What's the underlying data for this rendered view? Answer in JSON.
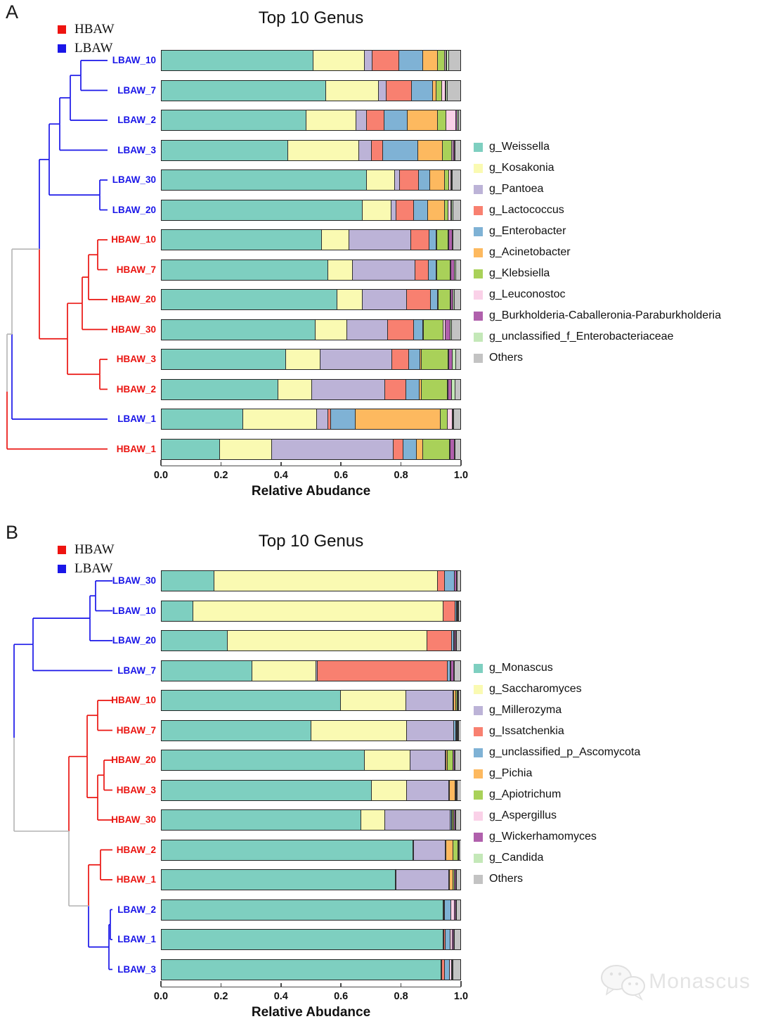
{
  "watermark": {
    "text": "Monascus"
  },
  "chart_data": [
    {
      "type": "stacked-bar-horizontal",
      "panel": "A",
      "title": "Top 10 Genus",
      "xlabel": "Relative Abudance",
      "xlim": [
        0,
        1
      ],
      "xticks": [
        "0.0",
        "0.2",
        "0.4",
        "0.6",
        "0.8",
        "1.0"
      ],
      "legend_position": "right",
      "group_legend": [
        {
          "label": "HBAW",
          "color": "#ee1410"
        },
        {
          "label": "LBAW",
          "color": "#1a16e8"
        }
      ],
      "genera": [
        {
          "label": "g_Weissella",
          "color": "#7ecfc0"
        },
        {
          "label": "g_Kosakonia",
          "color": "#fafab2"
        },
        {
          "label": "g_Pantoea",
          "color": "#bcb3d7"
        },
        {
          "label": "g_Lactococcus",
          "color": "#f88070"
        },
        {
          "label": "g_Enterobacter",
          "color": "#7fb2d5"
        },
        {
          "label": "g_Acinetobacter",
          "color": "#fdb95f"
        },
        {
          "label": "g_Klebsiella",
          "color": "#a9d159"
        },
        {
          "label": "g_Leuconostoc",
          "color": "#fad1e8"
        },
        {
          "label": "g_Burkholderia-Caballeronia-Paraburkholderia",
          "color": "#b060ac"
        },
        {
          "label": "g_unclassified_f_Enterobacteriaceae",
          "color": "#c4e8b8"
        },
        {
          "label": "Others",
          "color": "#c3c3c3"
        }
      ],
      "samples": [
        {
          "name": "LBAW_10",
          "group": "LBAW",
          "values": [
            0.505,
            0.172,
            0.027,
            0.09,
            0.078,
            0.051,
            0.023,
            0.004,
            0.004,
            0.005,
            0.041
          ]
        },
        {
          "name": "LBAW_7",
          "group": "LBAW",
          "values": [
            0.549,
            0.176,
            0.026,
            0.084,
            0.07,
            0.013,
            0.018,
            0.012,
            0.003,
            0.004,
            0.045
          ]
        },
        {
          "name": "LBAW_2",
          "group": "LBAW",
          "values": [
            0.482,
            0.168,
            0.035,
            0.059,
            0.078,
            0.1,
            0.029,
            0.033,
            0.004,
            0.004,
            0.008
          ]
        },
        {
          "name": "LBAW_3",
          "group": "LBAW",
          "values": [
            0.42,
            0.238,
            0.043,
            0.039,
            0.117,
            0.082,
            0.031,
            0.005,
            0.003,
            0.004,
            0.018
          ]
        },
        {
          "name": "LBAW_30",
          "group": "LBAW",
          "values": [
            0.684,
            0.095,
            0.016,
            0.063,
            0.039,
            0.048,
            0.014,
            0.008,
            0.002,
            0.003,
            0.028
          ]
        },
        {
          "name": "LBAW_20",
          "group": "LBAW",
          "values": [
            0.67,
            0.098,
            0.016,
            0.059,
            0.047,
            0.055,
            0.013,
            0.01,
            0.002,
            0.003,
            0.027
          ]
        },
        {
          "name": "HBAW_10",
          "group": "HBAW",
          "values": [
            0.533,
            0.094,
            0.205,
            0.063,
            0.022,
            0.002,
            0.039,
            0.002,
            0.01,
            0.003,
            0.027
          ]
        },
        {
          "name": "HBAW_7",
          "group": "HBAW",
          "values": [
            0.556,
            0.082,
            0.21,
            0.043,
            0.027,
            0.002,
            0.045,
            0.002,
            0.012,
            0.004,
            0.017
          ]
        },
        {
          "name": "HBAW_20",
          "group": "HBAW",
          "values": [
            0.586,
            0.084,
            0.148,
            0.082,
            0.022,
            0.002,
            0.04,
            0.003,
            0.008,
            0.004,
            0.021
          ]
        },
        {
          "name": "HBAW_30",
          "group": "HBAW",
          "values": [
            0.513,
            0.105,
            0.137,
            0.088,
            0.029,
            0.002,
            0.066,
            0.008,
            0.017,
            0.005,
            0.03
          ]
        },
        {
          "name": "HBAW_3",
          "group": "HBAW",
          "values": [
            0.414,
            0.115,
            0.24,
            0.057,
            0.037,
            0.006,
            0.088,
            0.002,
            0.013,
            0.012,
            0.016
          ]
        },
        {
          "name": "HBAW_2",
          "group": "HBAW",
          "values": [
            0.388,
            0.113,
            0.246,
            0.07,
            0.045,
            0.006,
            0.088,
            0.002,
            0.012,
            0.01,
            0.02
          ]
        },
        {
          "name": "LBAW_1",
          "group": "LBAW",
          "values": [
            0.271,
            0.246,
            0.039,
            0.009,
            0.082,
            0.285,
            0.023,
            0.016,
            0.002,
            0.003,
            0.024
          ]
        },
        {
          "name": "HBAW_1",
          "group": "HBAW",
          "values": [
            0.193,
            0.174,
            0.408,
            0.031,
            0.047,
            0.02,
            0.09,
            0.002,
            0.013,
            0.003,
            0.019
          ]
        }
      ]
    },
    {
      "type": "stacked-bar-horizontal",
      "panel": "B",
      "title": "Top 10 Genus",
      "xlabel": "Relative Abudance",
      "xlim": [
        0,
        1
      ],
      "xticks": [
        "0.0",
        "0.2",
        "0.4",
        "0.6",
        "0.8",
        "1.0"
      ],
      "legend_position": "right",
      "group_legend": [
        {
          "label": "HBAW",
          "color": "#ee1410"
        },
        {
          "label": "LBAW",
          "color": "#1a16e8"
        }
      ],
      "genera": [
        {
          "label": "g_Monascus",
          "color": "#7ecfc0"
        },
        {
          "label": "g_Saccharomyces",
          "color": "#fafab2"
        },
        {
          "label": "g_Millerozyma",
          "color": "#bcb3d7"
        },
        {
          "label": "g_Issatchenkia",
          "color": "#f88070"
        },
        {
          "label": "g_unclassified_p_Ascomycota",
          "color": "#7fb2d5"
        },
        {
          "label": "g_Pichia",
          "color": "#fdb95f"
        },
        {
          "label": "g_Apiotrichum",
          "color": "#a9d159"
        },
        {
          "label": "g_Aspergillus",
          "color": "#fad1e8"
        },
        {
          "label": "g_Wickerhamomyces",
          "color": "#b060ac"
        },
        {
          "label": "g_Candida",
          "color": "#c4e8b8"
        },
        {
          "label": "Others",
          "color": "#c3c3c3"
        }
      ],
      "samples": [
        {
          "name": "LBAW_30",
          "group": "LBAW",
          "values": [
            0.173,
            0.75,
            0,
            0.023,
            0.034,
            0,
            0,
            0,
            0.005,
            0.002,
            0.013
          ]
        },
        {
          "name": "LBAW_10",
          "group": "LBAW",
          "values": [
            0.103,
            0.839,
            0,
            0.039,
            0.004,
            0,
            0,
            0.002,
            0.004,
            0.002,
            0.007
          ]
        },
        {
          "name": "LBAW_20",
          "group": "LBAW",
          "values": [
            0.218,
            0.669,
            0,
            0.082,
            0.007,
            0,
            0,
            0.002,
            0.005,
            0.002,
            0.015
          ]
        },
        {
          "name": "LBAW_7",
          "group": "LBAW",
          "values": [
            0.302,
            0.213,
            0.004,
            0.437,
            0.008,
            0,
            0,
            0.002,
            0.01,
            0.002,
            0.022
          ]
        },
        {
          "name": "HBAW_10",
          "group": "HBAW",
          "values": [
            0.597,
            0.22,
            0.156,
            0,
            0.002,
            0.009,
            0.004,
            0,
            0.002,
            0.002,
            0.008
          ]
        },
        {
          "name": "HBAW_7",
          "group": "HBAW",
          "values": [
            0.499,
            0.321,
            0.156,
            0,
            0.008,
            0.002,
            0.002,
            0,
            0.002,
            0.002,
            0.008
          ]
        },
        {
          "name": "HBAW_20",
          "group": "HBAW",
          "values": [
            0.678,
            0.152,
            0.119,
            0,
            0.002,
            0.005,
            0.018,
            0,
            0.004,
            0.002,
            0.02
          ]
        },
        {
          "name": "HBAW_3",
          "group": "HBAW",
          "values": [
            0.7,
            0.119,
            0.142,
            0,
            0.002,
            0.017,
            0.002,
            0,
            0.002,
            0.002,
            0.014
          ]
        },
        {
          "name": "HBAW_30",
          "group": "HBAW",
          "values": [
            0.665,
            0.08,
            0.219,
            0,
            0.005,
            0.002,
            0.006,
            0,
            0.004,
            0.002,
            0.017
          ]
        },
        {
          "name": "HBAW_2",
          "group": "HBAW",
          "values": [
            0.84,
            0.002,
            0.105,
            0,
            0.002,
            0.025,
            0.015,
            0,
            0.002,
            0.002,
            0.007
          ]
        },
        {
          "name": "HBAW_1",
          "group": "HBAW",
          "values": [
            0.782,
            0.002,
            0.175,
            0,
            0.002,
            0.013,
            0.004,
            0,
            0.004,
            0.002,
            0.016
          ]
        },
        {
          "name": "LBAW_2",
          "group": "LBAW",
          "values": [
            0.94,
            0.002,
            0,
            0.002,
            0.022,
            0,
            0,
            0.013,
            0.004,
            0.002,
            0.015
          ]
        },
        {
          "name": "LBAW_1",
          "group": "LBAW",
          "values": [
            0.94,
            0,
            0.002,
            0.005,
            0.018,
            0,
            0,
            0.007,
            0.004,
            0.002,
            0.022
          ]
        },
        {
          "name": "LBAW_3",
          "group": "LBAW",
          "values": [
            0.934,
            0,
            0.002,
            0.01,
            0.017,
            0,
            0,
            0.005,
            0.004,
            0.002,
            0.026
          ]
        }
      ]
    }
  ]
}
